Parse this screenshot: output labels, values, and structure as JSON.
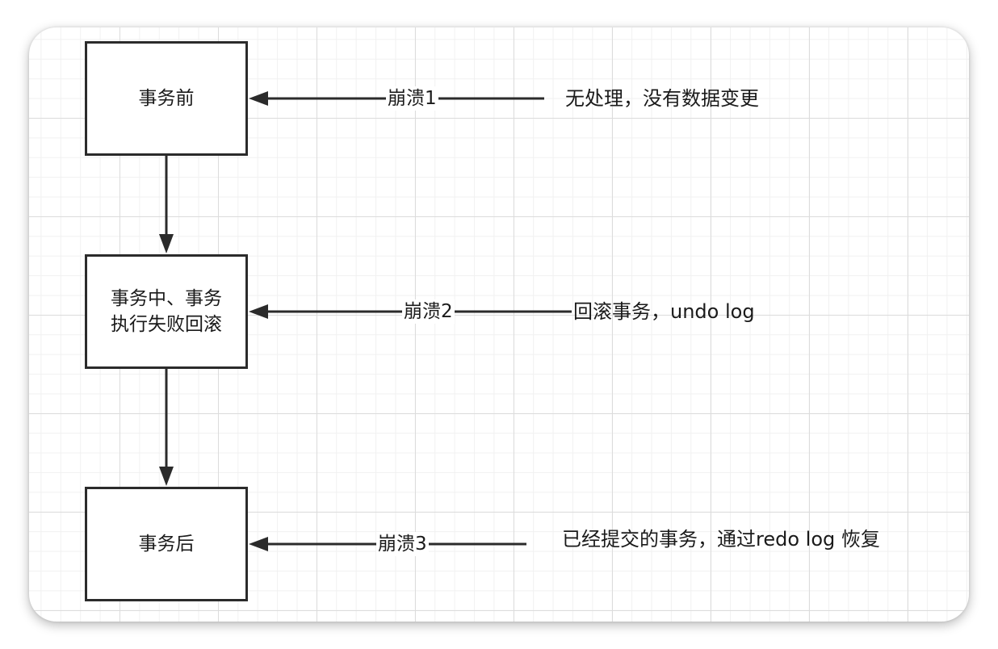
{
  "boxes": {
    "before": "事务前",
    "during": "事务中、事务\n执行失败回滚",
    "after": "事务后"
  },
  "crashes": [
    {
      "label": "崩溃1",
      "note": "无处理，没有数据变更"
    },
    {
      "label": "崩溃2",
      "note": "回滚事务，undo log"
    },
    {
      "label": "崩溃3",
      "note": "已经提交的事务，通过redo log 恢复"
    }
  ],
  "colors": {
    "line": "#2b2b2b",
    "grid_major": "#dcdcdc",
    "grid_minor": "#f1f1f1"
  }
}
